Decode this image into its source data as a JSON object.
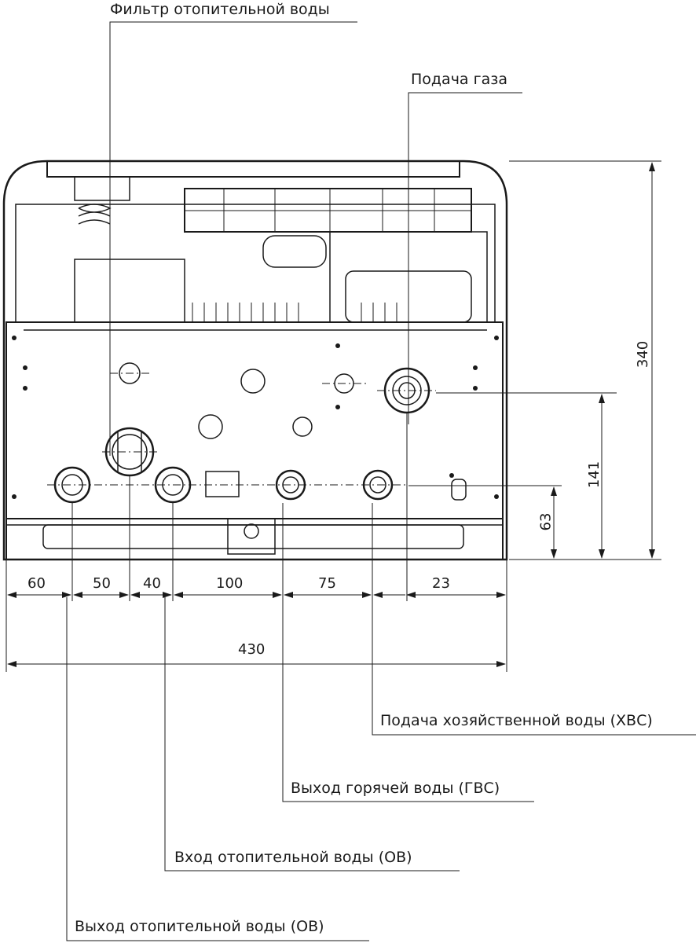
{
  "labels": {
    "heating_filter": "Фильтр отопительной воды",
    "gas_supply": "Подача газа",
    "cold_water_supply": "Подача хозяйственной воды (ХВС)",
    "hot_water_outlet": "Выход горячей воды (ГВС)",
    "heating_inlet": "Вход отопительной воды (ОВ)",
    "heating_outlet": "Выход отопительной воды (ОВ)"
  },
  "dimensions": {
    "height": "340",
    "gas_height": "141",
    "pipes_height": "63",
    "horizontal": [
      "60",
      "50",
      "40",
      "100",
      "75",
      "23"
    ],
    "total_width": "430"
  }
}
